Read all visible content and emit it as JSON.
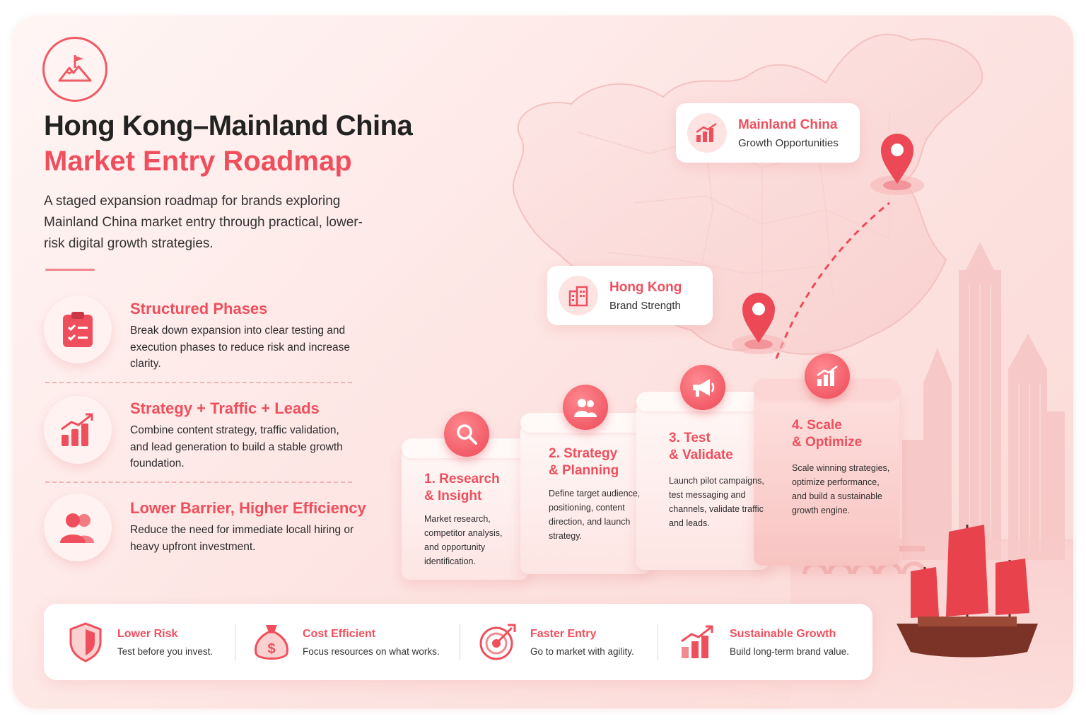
{
  "title_line1": "Hong Kong–Mainland China",
  "title_line2": "Market Entry Roadmap",
  "intro": "A staged expansion roadmap for brands exploring Mainland China market entry through practical, lower-risk digital growth strategies.",
  "features": [
    {
      "icon": "clipboard-checklist-icon",
      "title": "Structured Phases",
      "desc": "Break down expansion into clear testing and execution phases to reduce risk and increase clarity."
    },
    {
      "icon": "bar-chart-growth-icon",
      "title": "Strategy + Traffic + Leads",
      "desc": "Combine content strategy, traffic validation, and lead generation to build a stable growth foundation."
    },
    {
      "icon": "people-icon",
      "title": "Lower Barrier, Higher Efficiency",
      "desc": "Reduce the need for immediate locall hiring or heavy upfront investment."
    }
  ],
  "locations": {
    "mainland": {
      "title": "Mainland China",
      "subtitle": "Growth Opportunities"
    },
    "hongkong": {
      "title": "Hong Kong",
      "subtitle": "Brand Strength"
    }
  },
  "steps": [
    {
      "icon": "magnifier-icon",
      "title_a": "1. Research",
      "title_b": "& Insight",
      "desc": "Market research, competitor analysis, and opportunity identification."
    },
    {
      "icon": "people-icon",
      "title_a": "2. Strategy",
      "title_b": "& Planning",
      "desc": "Define target audience, positioning, content direction, and launch strategy."
    },
    {
      "icon": "megaphone-icon",
      "title_a": "3. Test",
      "title_b": "& Validate",
      "desc": "Launch pilot campaigns, test messaging and channels, validate traffic and leads."
    },
    {
      "icon": "bar-chart-growth-icon",
      "title_a": "4. Scale",
      "title_b": "& Optimize",
      "desc": "Scale winning strategies, optimize performance, and build a sustainable growth engine."
    }
  ],
  "benefits": [
    {
      "icon": "shield-icon",
      "title": "Lower Risk",
      "desc": "Test before you invest."
    },
    {
      "icon": "money-bag-icon",
      "title": "Cost Efficient",
      "desc": "Focus resources on what works."
    },
    {
      "icon": "target-icon",
      "title": "Faster Entry",
      "desc": "Go to market with agility."
    },
    {
      "icon": "growth-chart-icon",
      "title": "Sustainable Growth",
      "desc": "Build long-term brand value."
    }
  ],
  "colors": {
    "accent": "#ef4f5c",
    "accent_light": "#fde4e3",
    "text": "#222222",
    "background": "#fde6e4"
  }
}
